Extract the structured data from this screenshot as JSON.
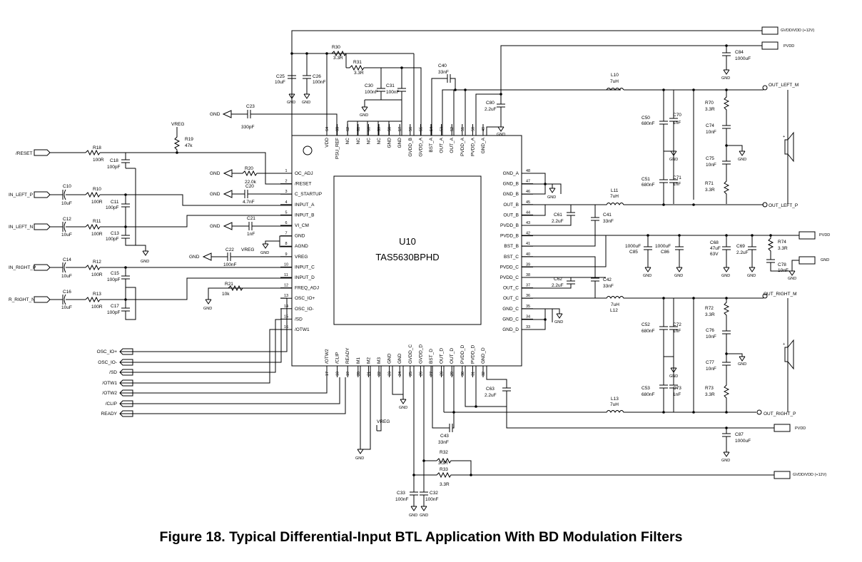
{
  "caption": "Figure 18.  Typical Differential-Input BTL Application With BD Modulation Filters",
  "chip": {
    "ref": "U10",
    "part": "TAS5630BPHD"
  },
  "pins_left": [
    {
      "n": "1",
      "name": "OC_ADJ"
    },
    {
      "n": "2",
      "name": "/RESET"
    },
    {
      "n": "3",
      "name": "C_STARTUP"
    },
    {
      "n": "4",
      "name": "INPUT_A"
    },
    {
      "n": "5",
      "name": "INPUT_B"
    },
    {
      "n": "6",
      "name": "VI_CM"
    },
    {
      "n": "7",
      "name": "GND"
    },
    {
      "n": "8",
      "name": "AGND"
    },
    {
      "n": "9",
      "name": "VREG"
    },
    {
      "n": "10",
      "name": "INPUT_C"
    },
    {
      "n": "11",
      "name": "INPUT_D"
    },
    {
      "n": "12",
      "name": "FREQ_ADJ"
    },
    {
      "n": "13",
      "name": "OSC_IO+"
    },
    {
      "n": "14",
      "name": "OSC_IO-"
    },
    {
      "n": "15",
      "name": "/SD"
    },
    {
      "n": "16",
      "name": "/OTW1"
    }
  ],
  "pins_right": [
    {
      "n": "48",
      "name": "GND_A"
    },
    {
      "n": "47",
      "name": "GND_B"
    },
    {
      "n": "46",
      "name": "GND_B"
    },
    {
      "n": "45",
      "name": "OUT_B"
    },
    {
      "n": "44",
      "name": "OUT_B"
    },
    {
      "n": "43",
      "name": "PVDD_B"
    },
    {
      "n": "42",
      "name": "PVDD_B"
    },
    {
      "n": "41",
      "name": "BST_B"
    },
    {
      "n": "40",
      "name": "BST_C"
    },
    {
      "n": "39",
      "name": "PVDD_C"
    },
    {
      "n": "38",
      "name": "PVDD_C"
    },
    {
      "n": "37",
      "name": "OUT_C"
    },
    {
      "n": "36",
      "name": "OUT_C"
    },
    {
      "n": "35",
      "name": "GND_C"
    },
    {
      "n": "34",
      "name": "GND_C"
    },
    {
      "n": "33",
      "name": "GND_D"
    }
  ],
  "pins_top": [
    {
      "n": "64",
      "name": "VDD"
    },
    {
      "n": "63",
      "name": "PSU_REF"
    },
    {
      "n": "62",
      "name": "NC"
    },
    {
      "n": "61",
      "name": "NC"
    },
    {
      "n": "60",
      "name": "NC"
    },
    {
      "n": "59",
      "name": "NC"
    },
    {
      "n": "58",
      "name": "GND"
    },
    {
      "n": "57",
      "name": "GND"
    },
    {
      "n": "56",
      "name": "GVDD_B"
    },
    {
      "n": "55",
      "name": "GVDD_A"
    },
    {
      "n": "54",
      "name": "BST_A"
    },
    {
      "n": "53",
      "name": "OUT_A"
    },
    {
      "n": "52",
      "name": "OUT_A"
    },
    {
      "n": "51",
      "name": "PVDD_A"
    },
    {
      "n": "50",
      "name": "PVDD_A"
    },
    {
      "n": "49",
      "name": "GND_A"
    }
  ],
  "pins_bottom": [
    {
      "n": "17",
      "name": "/OTW2"
    },
    {
      "n": "18",
      "name": "/CLIP"
    },
    {
      "n": "19",
      "name": "READY"
    },
    {
      "n": "20",
      "name": "M1"
    },
    {
      "n": "21",
      "name": "M2"
    },
    {
      "n": "22",
      "name": "M3"
    },
    {
      "n": "23",
      "name": "GND"
    },
    {
      "n": "24",
      "name": "GND"
    },
    {
      "n": "25",
      "name": "GVDD_C"
    },
    {
      "n": "26",
      "name": "GVDD_D"
    },
    {
      "n": "27",
      "name": "BST_D"
    },
    {
      "n": "28",
      "name": "OUT_D"
    },
    {
      "n": "29",
      "name": "OUT_D"
    },
    {
      "n": "30",
      "name": "PVDD_D"
    },
    {
      "n": "31",
      "name": "PVDD_D"
    },
    {
      "n": "32",
      "name": "GND_D"
    }
  ],
  "inputs": [
    "/RESET",
    "IN_LEFT_P",
    "IN_LEFT_N",
    "IN_RIGHT_P",
    "R_RIGHT_N"
  ],
  "outputs_bottom_left": [
    "OSC_IO+",
    "OSC_IO-",
    "/SD",
    "/OTW1",
    "/OTW2",
    "/CLIP",
    "READY"
  ],
  "supply_ports": {
    "gvdd_top": "GVDD/VDD (+12V)",
    "pvdd_top": "PVDD",
    "pvdd_mid": "PVDD",
    "gnd_mid": "GND",
    "pvdd_bottom": "PVDD",
    "gvdd_bottom": "GVDD/VDD (+12V)"
  },
  "out_labels": {
    "left_m": "OUT_LEFT_M",
    "left_p": "OUT_LEFT_P",
    "right_m": "OUT_RIGHT_M",
    "right_p": "OUT_RIGHT_P"
  },
  "texts": {
    "gnd": "GND",
    "vreg": "VREG"
  },
  "components": {
    "r18": [
      "R18",
      "100R"
    ],
    "c18": [
      "C18",
      "100pF"
    ],
    "r19": [
      "R19",
      "47k"
    ],
    "c10": [
      "C10",
      "10uF"
    ],
    "r10": [
      "R10",
      "100R"
    ],
    "c11": [
      "C11",
      "100pF"
    ],
    "c12": [
      "C12",
      "10uF"
    ],
    "r11": [
      "R11",
      "100R"
    ],
    "c13": [
      "C13",
      "100pF"
    ],
    "c14": [
      "C14",
      "10uF"
    ],
    "r12": [
      "R12",
      "100R"
    ],
    "c15": [
      "C15",
      "100pF"
    ],
    "c16": [
      "C16",
      "10uF"
    ],
    "r13": [
      "R13",
      "100R"
    ],
    "c17": [
      "C17",
      "100pF"
    ],
    "c23": [
      "C23",
      "330pF"
    ],
    "r20": [
      "R20",
      "22.0k"
    ],
    "c20": [
      "C20",
      "4.7nF"
    ],
    "c21": [
      "C21",
      "1nF"
    ],
    "c22": [
      "C22",
      "100nF"
    ],
    "r21": [
      "R21",
      "10k"
    ],
    "c25": [
      "C25",
      "10uF"
    ],
    "c26": [
      "C26",
      "100nF"
    ],
    "r30": [
      "R30",
      "3.3R"
    ],
    "r31": [
      "R31",
      "3.3R"
    ],
    "c30": [
      "C30",
      "100nF"
    ],
    "c31": [
      "C31",
      "100nF"
    ],
    "c40": [
      "C40",
      "33nF"
    ],
    "c80": [
      "C80",
      "2.2uF"
    ],
    "l10": [
      "L10",
      "7uH"
    ],
    "c50": [
      "C50",
      "680nF"
    ],
    "c70": [
      "C70",
      "1nF"
    ],
    "r70": [
      "R70",
      "3.3R"
    ],
    "c74": [
      "C74",
      "10nF"
    ],
    "c75": [
      "C75",
      "10nF"
    ],
    "r71": [
      "R71",
      "3.3R"
    ],
    "c51": [
      "C51",
      "680nF"
    ],
    "c71": [
      "C71",
      "1nF"
    ],
    "c84": [
      "C84",
      "1000uF"
    ],
    "l11": [
      "L11",
      "7uH"
    ],
    "c61": [
      "C61",
      "2.2uF"
    ],
    "c41": [
      "C41",
      "33nF"
    ],
    "c85": [
      "C85",
      "1000uF"
    ],
    "c86": [
      "C86",
      "1000uF"
    ],
    "c68": [
      "C68",
      "47uF"
    ],
    "c68v": "63V",
    "c69": [
      "C69",
      "2.2uF"
    ],
    "r74": [
      "R74",
      "3.3R"
    ],
    "c78": [
      "C78",
      "10nF"
    ],
    "c62": [
      "C62",
      "2.2uF"
    ],
    "c42": [
      "C42",
      "33nF"
    ],
    "l12": [
      "L12",
      "7uH"
    ],
    "c52": [
      "C52",
      "680nF"
    ],
    "c72": [
      "C72",
      "1nF"
    ],
    "r72": [
      "R72",
      "3.3R"
    ],
    "c76": [
      "C76",
      "10nF"
    ],
    "c77": [
      "C77",
      "10nF"
    ],
    "r73": [
      "R73",
      "3.3R"
    ],
    "c53": [
      "C53",
      "680nF"
    ],
    "c73": [
      "C73",
      "1nF"
    ],
    "l13": [
      "L13",
      "7uH"
    ],
    "c63": [
      "C63",
      "2.2uF"
    ],
    "c43": [
      "C43",
      "33nF"
    ],
    "c87": [
      "C87",
      "1000uF"
    ],
    "r32": [
      "R32",
      "3.3R"
    ],
    "r33": [
      "R33",
      "3.3R"
    ],
    "c33": [
      "C33",
      "100nF"
    ],
    "c32": [
      "C32",
      "100nF"
    ]
  }
}
